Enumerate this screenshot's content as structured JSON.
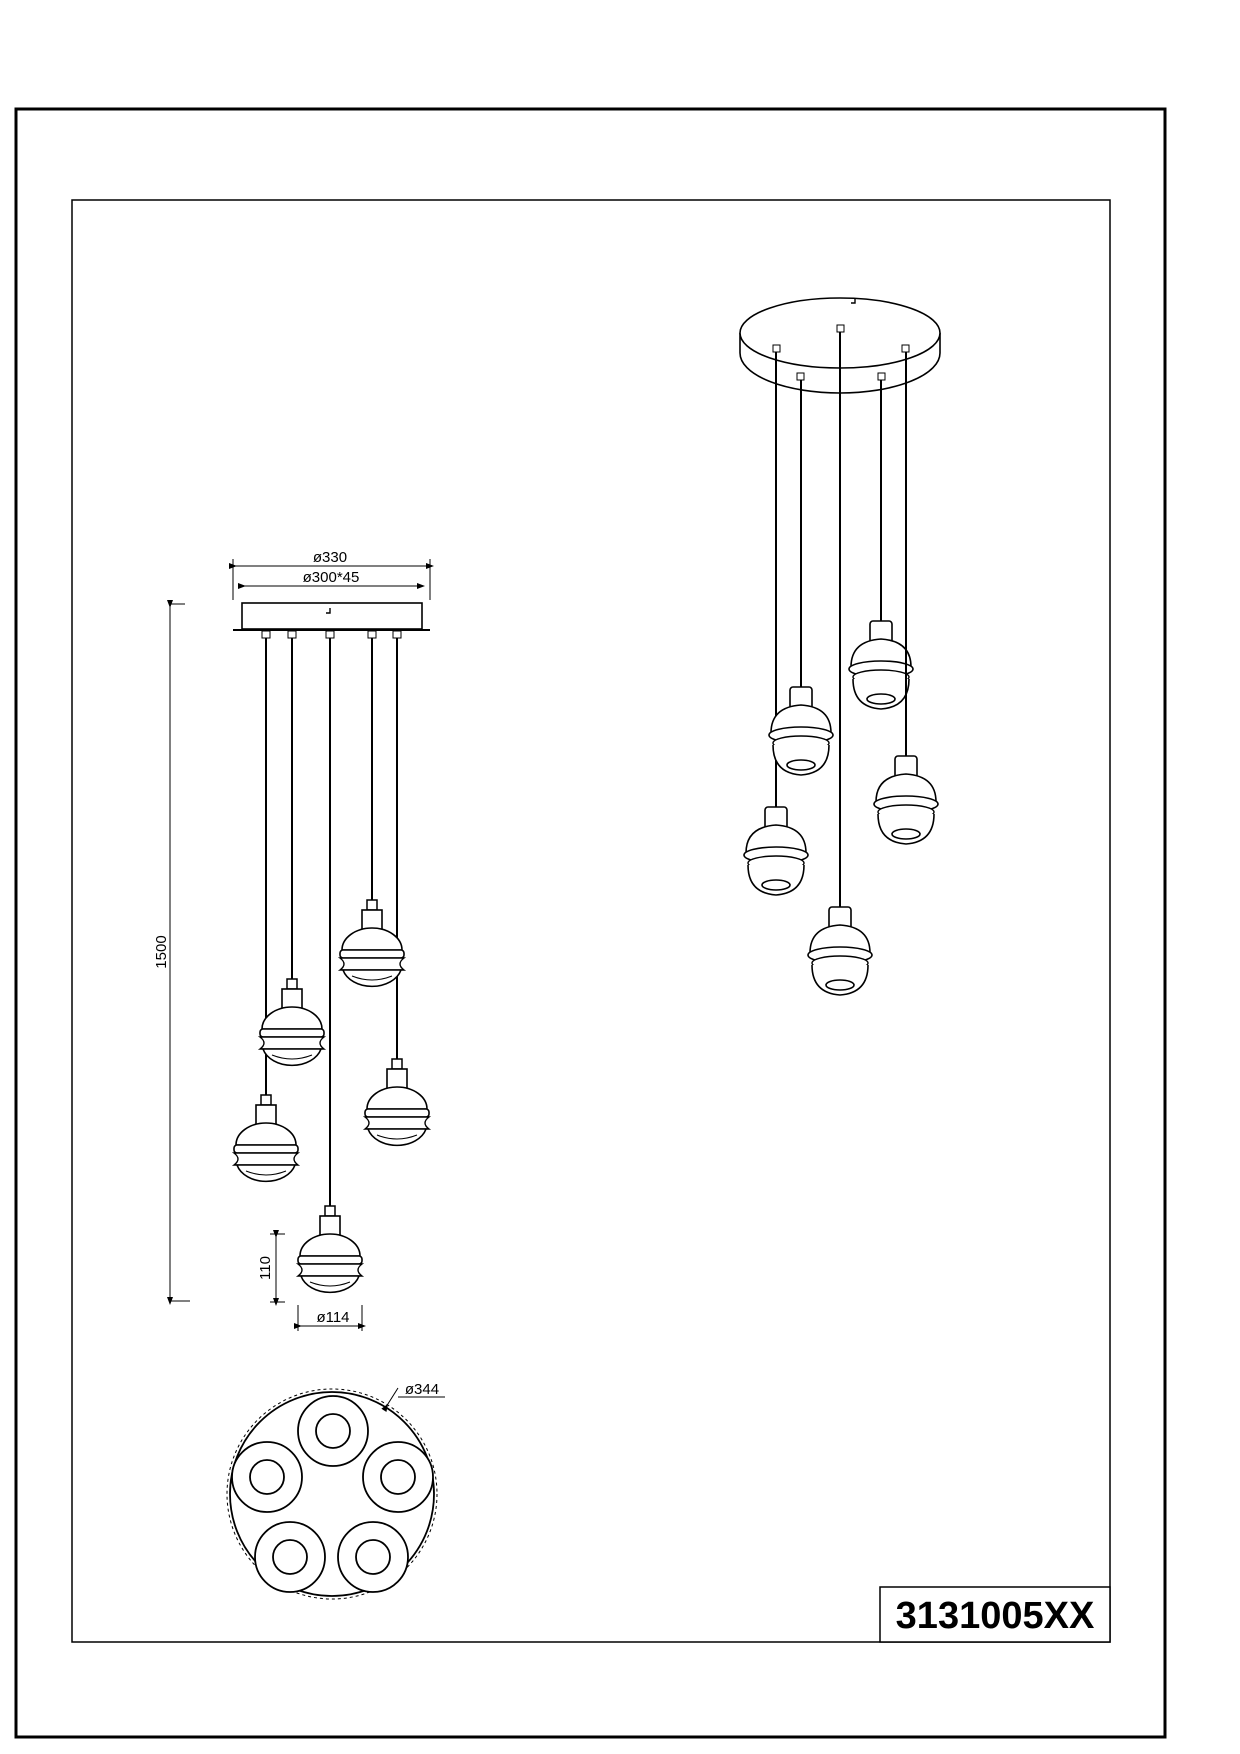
{
  "drawing": {
    "product_code": "3131005XX",
    "dimensions": {
      "canopy_diameter": "ø330",
      "canopy_base": "ø300*45",
      "total_height": "1500",
      "shade_height": "110",
      "shade_diameter": "ø114",
      "spread_diameter": "ø344"
    }
  }
}
